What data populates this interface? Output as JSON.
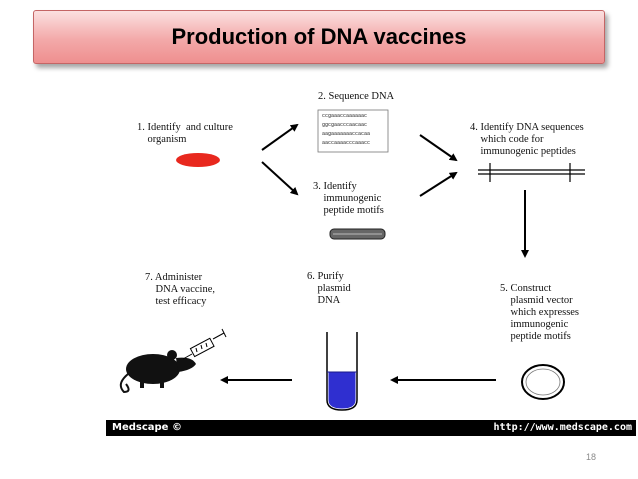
{
  "slide": {
    "title": "Production of DNA vaccines",
    "page_number": "18"
  },
  "steps": {
    "step1": "1. Identify  and culture\n    organism",
    "step2": "2. Sequence DNA",
    "step3": "3. Identify\n    immunogenic\n    peptide motifs",
    "step4": "4. Identify DNA sequences\n    which code for\n    immunogenic peptides",
    "step5": "5. Construct\n    plasmid vector\n    which expresses\n    immunogenic\n    peptide motifs",
    "step6": "6. Purify\n    plasmid\n    DNA",
    "step7": "7. Administer\n    DNA vaccine,\n    test efficacy"
  },
  "sequence_lines": [
    "ccgaaaccaaaaaac",
    "ggcgaacccaacaac",
    "aagaaaaaaaccacaa",
    "aaccaaaacccaaacc"
  ],
  "footer": {
    "left": "Medscape ©",
    "right": "http://www.medscape.com"
  },
  "colors": {
    "title_bg": "#f3a9a9",
    "organism_dish": "#e8281e",
    "tube_liquid": "#2f2fd0",
    "footer_bar": "#000000"
  }
}
